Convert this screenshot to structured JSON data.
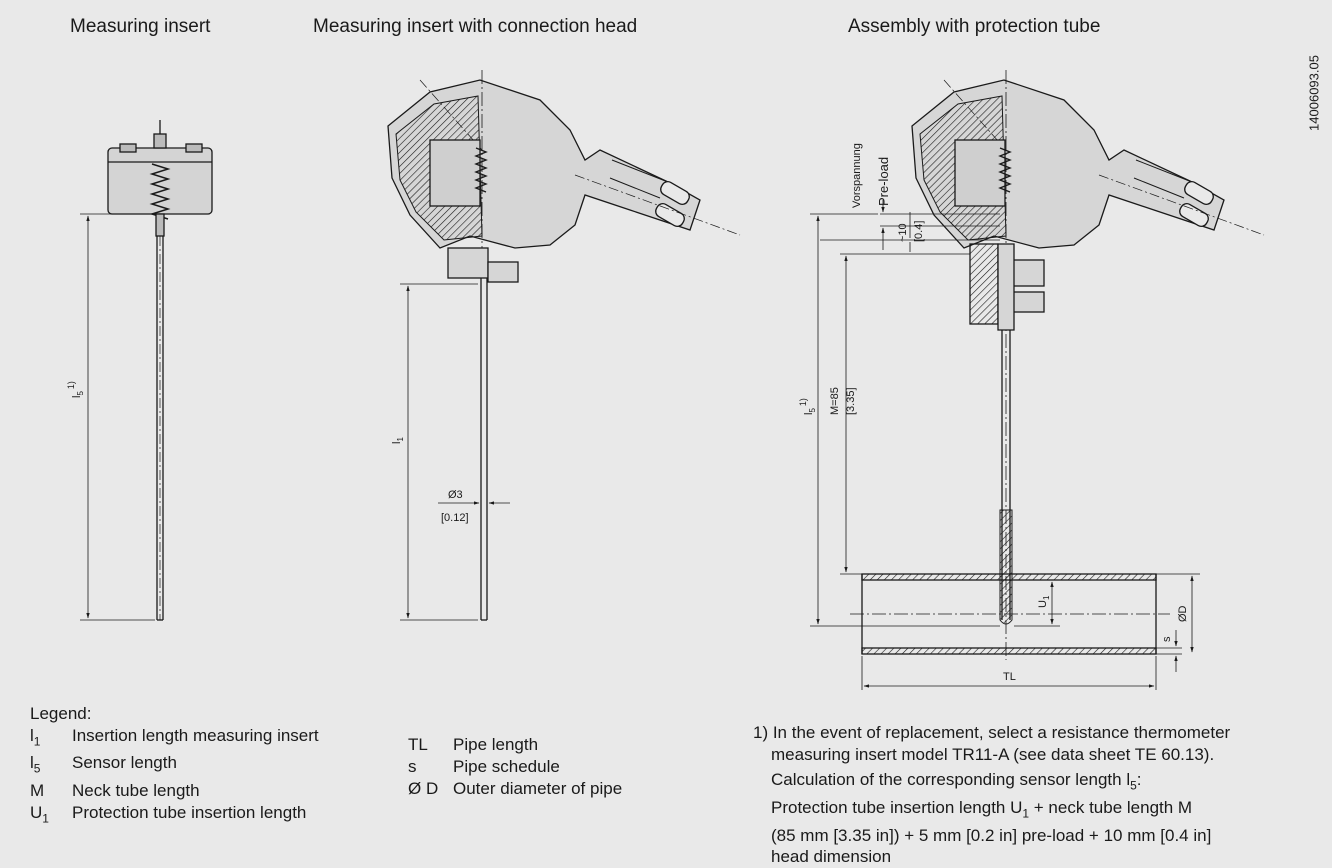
{
  "titles": {
    "measuring_insert": "Measuring insert",
    "with_connection_head": "Measuring insert with connection head",
    "assembly": "Assembly with protection tube"
  },
  "drawing_number": "14006093.05",
  "dimensions": {
    "l5": "l",
    "l5_sub": "5",
    "l5_note": "1)",
    "l1": "l",
    "l1_sub": "1",
    "diameter_mm": "Ø3",
    "diameter_in": "[0.12]",
    "preload_de": "Vorspannung",
    "preload_en": "Pre-load",
    "head_mm": "~10",
    "head_in": "[0.4]",
    "neck_mm": "M=85",
    "neck_in": "[3.35]",
    "u1": "U",
    "u1_sub": "1",
    "s": "s",
    "od": "ØD",
    "tl": "TL"
  },
  "legend": {
    "title": "Legend:",
    "left": [
      {
        "sym": "l",
        "sub": "1",
        "desc": "Insertion length measuring insert"
      },
      {
        "sym": "l",
        "sub": "5",
        "desc": "Sensor length"
      },
      {
        "sym": "M",
        "sub": "",
        "desc": "Neck tube length"
      },
      {
        "sym": "U",
        "sub": "1",
        "desc": "Protection tube insertion length"
      }
    ],
    "right": [
      {
        "sym": "TL",
        "desc": "Pipe length"
      },
      {
        "sym": "s",
        "desc": "Pipe schedule"
      },
      {
        "sym": "Ø D",
        "desc": "Outer diameter of pipe"
      }
    ]
  },
  "footnote": {
    "line1": "1) In the event of replacement, select a resistance thermometer",
    "line2": "measuring insert model TR11-A (see data sheet TE 60.13).",
    "line3": "Calculation of the corresponding sensor length l",
    "line3_sub": "5",
    "line3_end": ":",
    "line4": "Protection tube insertion length U",
    "line4_sub": "1",
    "line4_end": " + neck tube length M",
    "line5": "(85 mm [3.35 in]) + 5 mm [0.2 in] pre-load + 10 mm [0.4 in]",
    "line6": "head dimension"
  },
  "colors": {
    "background": "#e9e9e9",
    "line": "#1a1a1a",
    "fill": "#d6d6d6"
  }
}
